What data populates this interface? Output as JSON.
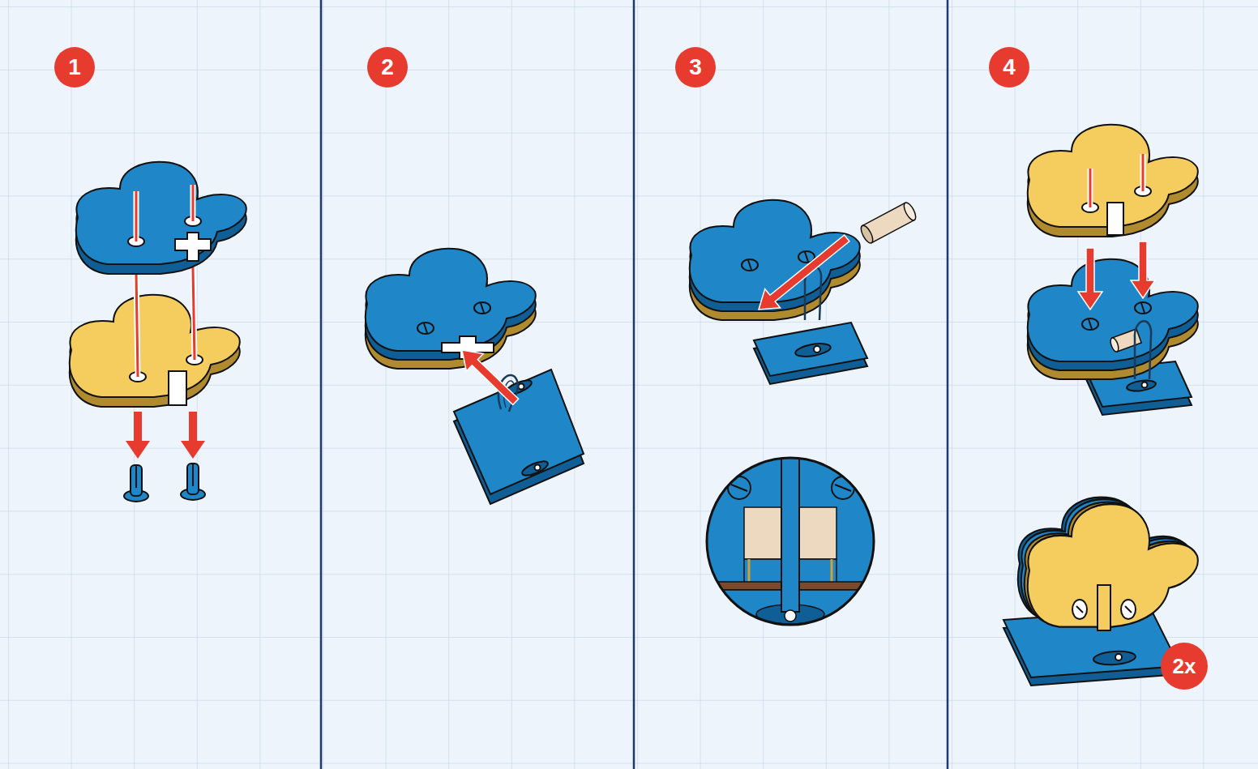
{
  "diagram": {
    "nodes": [
      {
        "text": [
          "1"
        ]
      },
      {
        "text": [
          "2"
        ]
      },
      {
        "text": [
          "3"
        ]
      },
      {
        "text": [
          "4"
        ]
      },
      {
        "text": [
          "2x"
        ]
      }
    ]
  }
}
